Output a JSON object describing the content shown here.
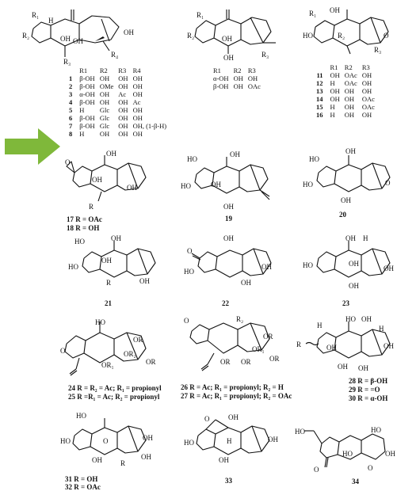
{
  "colors": {
    "arrow": "#7fb83a",
    "ink": "#111111"
  },
  "figure": {
    "table_a": {
      "headers": [
        "R1",
        "R2",
        "R3",
        "R4"
      ],
      "rows": [
        {
          "n": "1",
          "c": [
            "β-OH",
            "OH",
            "OH",
            "OH"
          ]
        },
        {
          "n": "2",
          "c": [
            "β-OH",
            "OMe",
            "OH",
            "OH"
          ]
        },
        {
          "n": "3",
          "c": [
            "α-OH",
            "OH",
            "Ac",
            "OH"
          ]
        },
        {
          "n": "4",
          "c": [
            "β-OH",
            "OH",
            "OH",
            "Ac"
          ]
        },
        {
          "n": "5",
          "c": [
            "H",
            "Glc",
            "OH",
            "OH"
          ]
        },
        {
          "n": "6",
          "c": [
            "β-OH",
            "Glc",
            "OH",
            "OH"
          ]
        },
        {
          "n": "7",
          "c": [
            "β-OH",
            "Glc",
            "OH",
            "OH, (1-β-H)"
          ]
        },
        {
          "n": "8",
          "c": [
            "H",
            "OH",
            "OH",
            "OH"
          ]
        }
      ]
    },
    "table_b": {
      "headers": [
        "R1",
        "R2",
        "R3"
      ],
      "rows": [
        {
          "c": [
            "α-OH",
            "OH",
            "OH"
          ]
        },
        {
          "c": [
            "β-OH",
            "OH",
            "OAc"
          ]
        }
      ]
    },
    "table_c": {
      "headers": [
        "R1",
        "R2",
        "R3"
      ],
      "rows": [
        {
          "n": "11",
          "c": [
            "OH",
            "OAc",
            "OH"
          ]
        },
        {
          "n": "12",
          "c": [
            "H",
            "OAc",
            "OH"
          ]
        },
        {
          "n": "13",
          "c": [
            "OH",
            "OH",
            "OH"
          ]
        },
        {
          "n": "14",
          "c": [
            "OH",
            "OH",
            "OAc"
          ]
        },
        {
          "n": "15",
          "c": [
            "H",
            "OH",
            "OAc"
          ]
        },
        {
          "n": "16",
          "c": [
            "H",
            "OH",
            "OH"
          ]
        }
      ]
    },
    "captions": {
      "c17": "17  R = OAc",
      "c18": "18  R = OH",
      "c19": "19",
      "c20": "20",
      "c21": "21",
      "c22": "22",
      "c23": "23",
      "c24": "24  R = R₂ = Ac; R₁ = propionyl",
      "c25": "25  R =R₁ = Ac; R₂ = propionyl",
      "c26": "26  R = Ac; R₁ = propionyl; R₂ = H",
      "c27": "27  R = Ac; R₁ = propionyl; R₂ = OAc",
      "c28": "28  R = β-OH",
      "c29": "29  R = =O",
      "c30": "30  R = α-OH",
      "c31": "31  R = OH",
      "c32": "32  R = OAc",
      "c33": "33",
      "c34": "34"
    },
    "atoms": {
      "oh": "OH",
      "ho": "HO",
      "h": "H",
      "r": "R",
      "r1": "R₁",
      "r2": "R₂",
      "r3": "R₃",
      "r4": "R₄",
      "o": "O",
      "or": "OR",
      "or1": "OR₁",
      "or2": "OR₂"
    }
  }
}
